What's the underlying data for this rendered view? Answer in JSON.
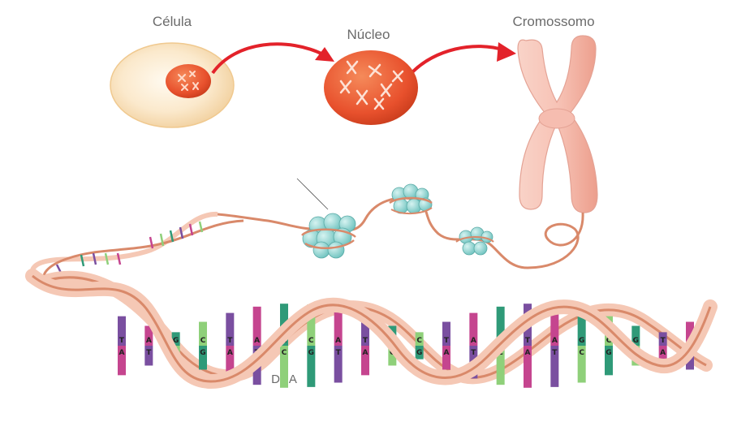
{
  "labels": {
    "cell": "Célula",
    "nucleus": "Núcleo",
    "chromosome": "Cromossomo",
    "dna": "DNA"
  },
  "colors": {
    "cytoplasm": "#f8e2c0",
    "nucleus": "#e8512d",
    "arrow": "#e3222a",
    "chromosome": "#f7c3b6",
    "dna_strand": "#f5c8b5",
    "dna_backbone": "#d9896a",
    "histone": "#8fd3d0",
    "base_A": "#c5458f",
    "base_T": "#7a4fa0",
    "base_C": "#8fd07a",
    "base_G": "#2f9a78"
  },
  "base_pairs": [
    {
      "top": "T",
      "bottom": "A"
    },
    {
      "top": "A",
      "bottom": "T"
    },
    {
      "top": "G",
      "bottom": "C"
    },
    {
      "top": "C",
      "bottom": "G"
    },
    {
      "top": "T",
      "bottom": "A"
    },
    {
      "top": "A",
      "bottom": "T"
    },
    {
      "top": "G",
      "bottom": "C"
    },
    {
      "top": "C",
      "bottom": "G"
    },
    {
      "top": "A",
      "bottom": "T"
    },
    {
      "top": "T",
      "bottom": "A"
    },
    {
      "top": "G",
      "bottom": "C"
    },
    {
      "top": "C",
      "bottom": "G"
    },
    {
      "top": "T",
      "bottom": "A"
    },
    {
      "top": "A",
      "bottom": "T"
    },
    {
      "top": "G",
      "bottom": "C"
    },
    {
      "top": "T",
      "bottom": "A"
    },
    {
      "top": "A",
      "bottom": "T"
    },
    {
      "top": "G",
      "bottom": "C"
    },
    {
      "top": "C",
      "bottom": "G"
    },
    {
      "top": "G",
      "bottom": "C"
    },
    {
      "top": "T",
      "bottom": "A"
    },
    {
      "top": "A",
      "bottom": "T"
    }
  ]
}
